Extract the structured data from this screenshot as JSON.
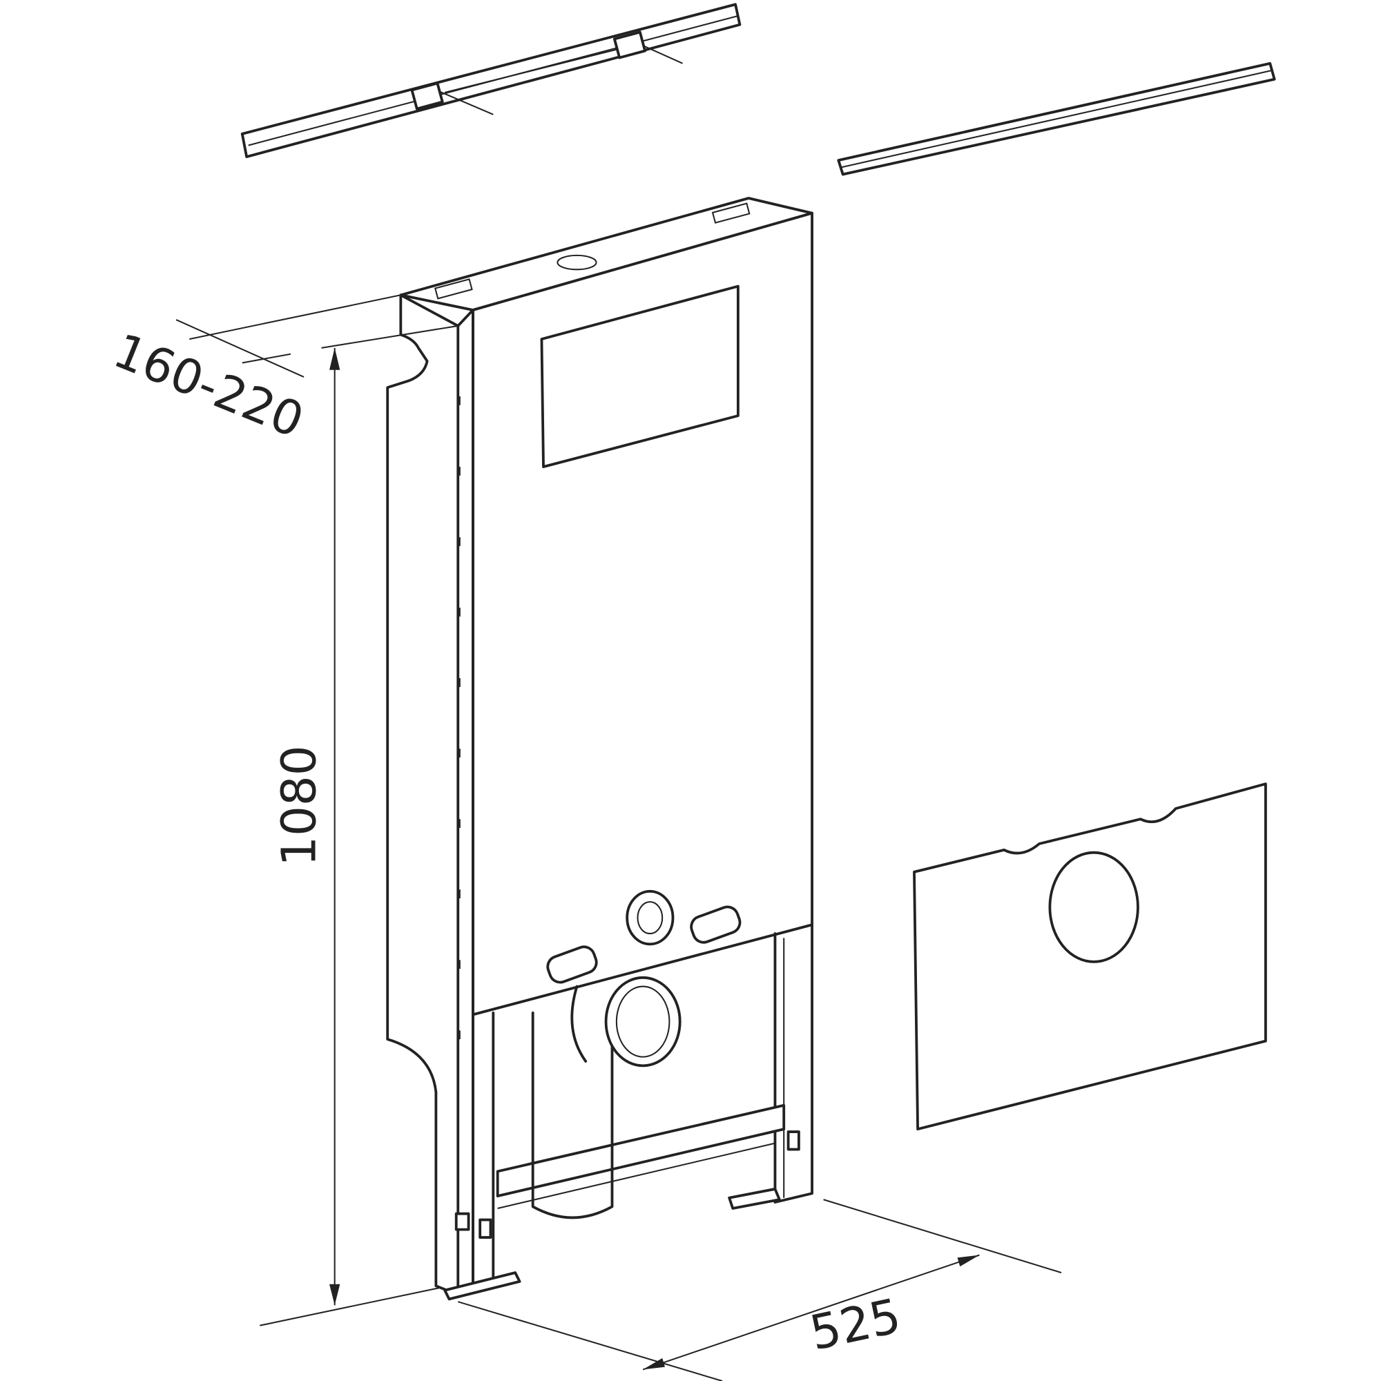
{
  "dimensions": {
    "depth": "160-220",
    "height": "1080",
    "width": "525"
  }
}
